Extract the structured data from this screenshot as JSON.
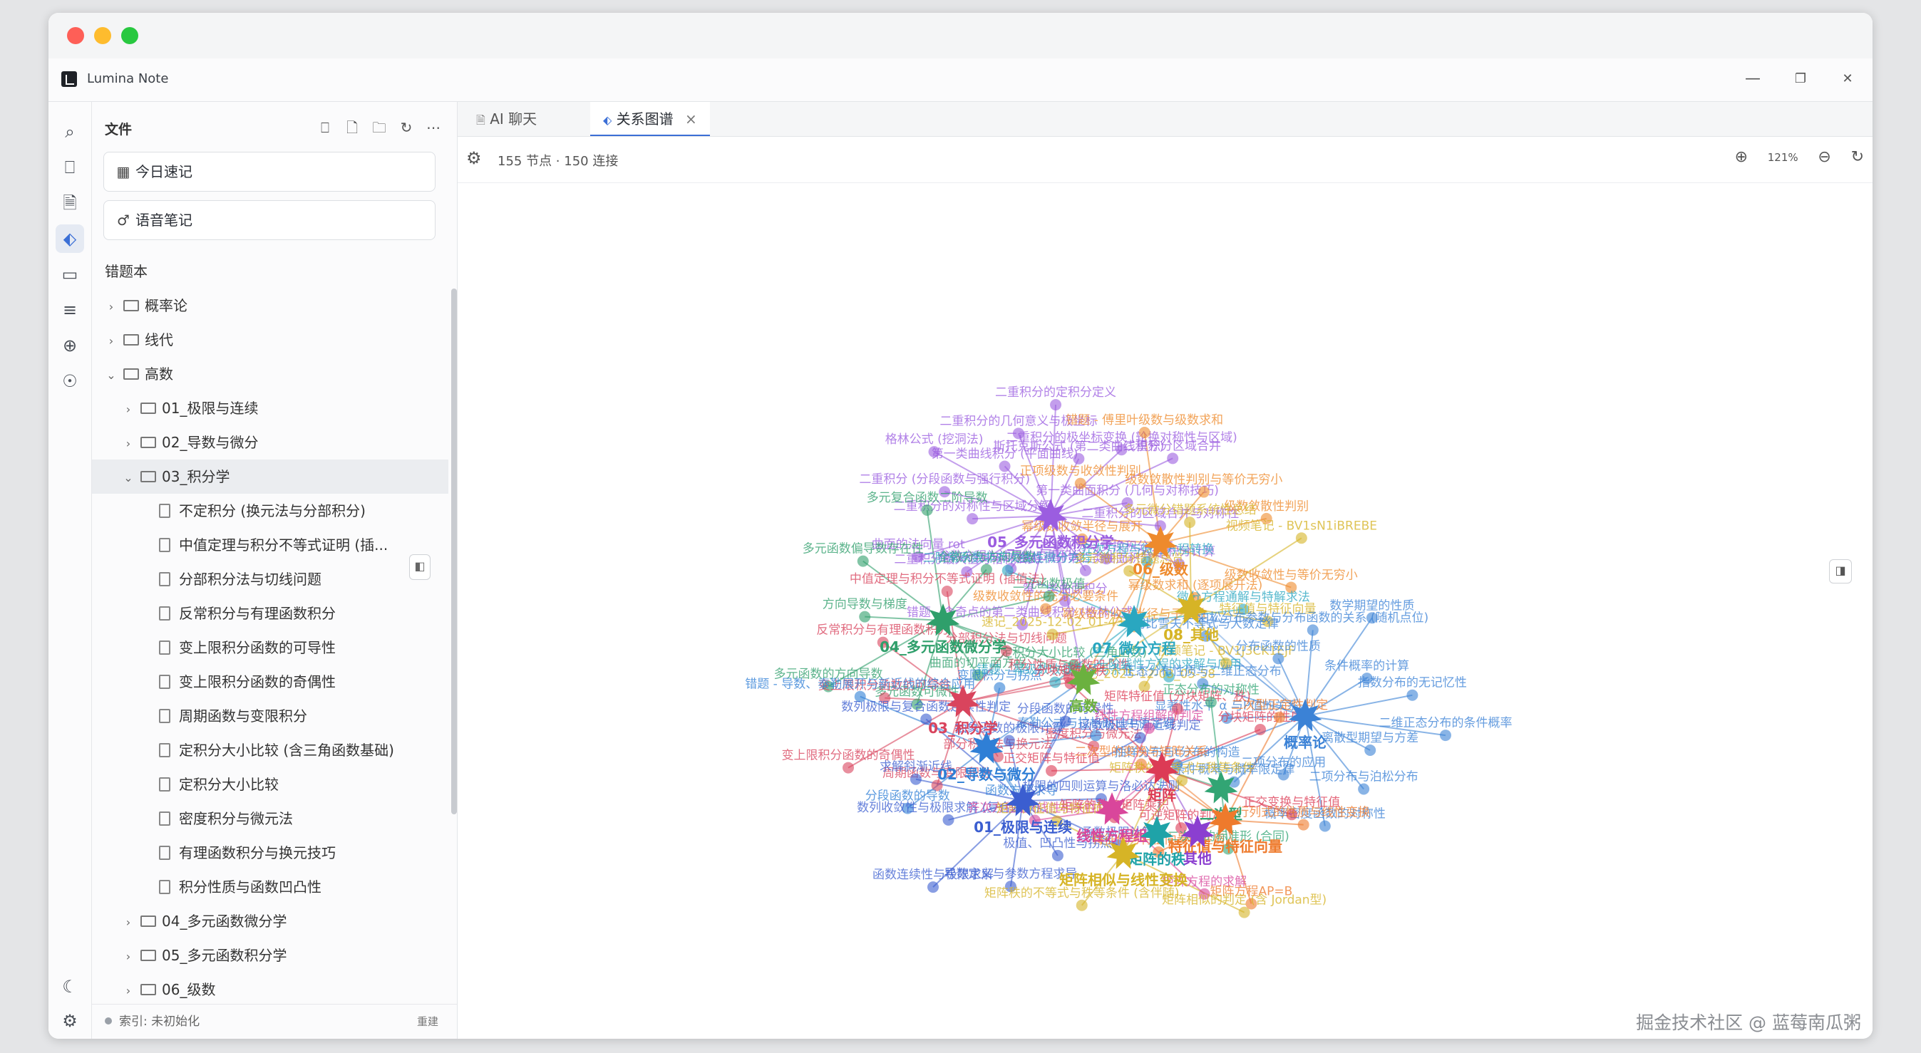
{
  "app": {
    "title": "Lumina Note",
    "window_controls": [
      "—",
      "❐",
      "✕"
    ]
  },
  "sidebar": {
    "header": "文件",
    "tools": [
      "robot-icon",
      "new-file-icon",
      "new-folder-icon",
      "refresh-icon",
      "more-icon"
    ],
    "quick": {
      "daily": "今日速记",
      "voice": "语音笔记"
    },
    "section": "错题本",
    "tree": [
      {
        "level": 0,
        "type": "folder",
        "expanded": false,
        "label": "概率论"
      },
      {
        "level": 0,
        "type": "folder",
        "expanded": false,
        "label": "线代"
      },
      {
        "level": 0,
        "type": "folder",
        "expanded": true,
        "label": "高数"
      },
      {
        "level": 1,
        "type": "folder",
        "expanded": false,
        "label": "01_极限与连续"
      },
      {
        "level": 1,
        "type": "folder",
        "expanded": false,
        "label": "02_导数与微分"
      },
      {
        "level": 1,
        "type": "folder",
        "expanded": true,
        "selected": true,
        "label": "03_积分学"
      },
      {
        "level": 2,
        "type": "file",
        "label": "不定积分 (换元法与分部积分)"
      },
      {
        "level": 2,
        "type": "file",
        "label": "中值定理与积分不等式证明 (插..."
      },
      {
        "level": 2,
        "type": "file",
        "label": "分部积分法与切线问题"
      },
      {
        "level": 2,
        "type": "file",
        "label": "反常积分与有理函数积分"
      },
      {
        "level": 2,
        "type": "file",
        "label": "变上限积分函数的可导性"
      },
      {
        "level": 2,
        "type": "file",
        "label": "变上限积分函数的奇偶性"
      },
      {
        "level": 2,
        "type": "file",
        "label": "周期函数与变限积分"
      },
      {
        "level": 2,
        "type": "file",
        "label": "定积分大小比较 (含三角函数基础)"
      },
      {
        "level": 2,
        "type": "file",
        "label": "定积分大小比较"
      },
      {
        "level": 2,
        "type": "file",
        "label": "密度积分与微元法"
      },
      {
        "level": 2,
        "type": "file",
        "label": "有理函数积分与换元技巧"
      },
      {
        "level": 2,
        "type": "file",
        "label": "积分性质与函数凹凸性"
      },
      {
        "level": 1,
        "type": "folder",
        "expanded": false,
        "label": "04_多元函数微分学"
      },
      {
        "level": 1,
        "type": "folder",
        "expanded": false,
        "label": "05_多元函数积分学"
      },
      {
        "level": 1,
        "type": "folder",
        "expanded": false,
        "label": "06_级数"
      }
    ],
    "footer": {
      "status": "索引: 未初始化",
      "rebuild": "重建"
    }
  },
  "tabs": [
    {
      "label": "AI 聊天",
      "icon": "doc-icon",
      "active": false
    },
    {
      "label": "关系图谱",
      "icon": "graph-icon",
      "active": true,
      "close": "×"
    }
  ],
  "toolbar": {
    "stats": "155 节点 · 150 连接",
    "zoom": "121%"
  },
  "graph": {
    "hubs": [
      {
        "id": "gaoshu",
        "label": "高数",
        "color": "#6bb13f"
      },
      {
        "id": "c01",
        "label": "01_极限与连续",
        "color": "#3b5ed0"
      },
      {
        "id": "c02",
        "label": "02_导数与微分",
        "color": "#2f7fd6"
      },
      {
        "id": "c03",
        "label": "03_积分学",
        "color": "#d9445d"
      },
      {
        "id": "c04",
        "label": "04_多元函数微分学",
        "color": "#2f9f6b"
      },
      {
        "id": "c05",
        "label": "05_多元函数积分学",
        "color": "#9b5de0"
      },
      {
        "id": "c06",
        "label": "06_级数",
        "color": "#ee8a2c"
      },
      {
        "id": "c07",
        "label": "07_微分方程",
        "color": "#2aa7c0"
      },
      {
        "id": "c08",
        "label": "08_其他",
        "color": "#d6b426"
      },
      {
        "id": "gailv",
        "label": "概率论",
        "color": "#3b82d6"
      },
      {
        "id": "juzhen",
        "label": "矩阵",
        "color": "#dc3b55"
      },
      {
        "id": "erci",
        "label": "二次型",
        "color": "#32a574"
      },
      {
        "id": "tezheng",
        "label": "特征值与特征向量",
        "color": "#ee7a2c"
      },
      {
        "id": "xianxing",
        "label": "线性方程组",
        "color": "#d9469b"
      },
      {
        "id": "zhi",
        "label": "矩阵的秩",
        "color": "#1fa3a8"
      },
      {
        "id": "qita",
        "label": "其他",
        "color": "#8b3fd0"
      },
      {
        "id": "xiangxiang",
        "label": "矩阵相似与线性变换",
        "color": "#d6b426"
      }
    ],
    "labels": [
      {
        "hub": "c05",
        "text": "曲线积分第二类曲面积分"
      },
      {
        "hub": "c05",
        "text": "第二类曲面积分"
      },
      {
        "hub": "c05",
        "text": "错题 - 含奇点的第二类曲线积分 (格林公式)"
      },
      {
        "hub": "c05",
        "text": "参数方程为边界的二重积分"
      },
      {
        "hub": "c05",
        "text": "二重积分最大值与格林公式"
      },
      {
        "hub": "c05",
        "text": "曲面的法向量 rot"
      },
      {
        "hub": "c05",
        "text": "二重积分的对称性与区域分解"
      },
      {
        "hub": "c05",
        "text": "二重积分 (分段函数与强行积分)"
      },
      {
        "hub": "c05",
        "text": "格林公式 (挖洞法)"
      },
      {
        "hub": "c05",
        "text": "第一类曲线积分 (平面曲线)"
      },
      {
        "hub": "c05",
        "text": "二重积分的几何意义与极坐标"
      },
      {
        "hub": "c05",
        "text": "二重积分的定积分定义"
      },
      {
        "hub": "c05",
        "text": "斯托克斯公式 (第二类曲线积分)"
      },
      {
        "hub": "c05",
        "text": "二重积分的极坐标变换 (轮换对称性与区域)"
      },
      {
        "hub": "c05",
        "text": "二重积分区域合并"
      },
      {
        "hub": "c05",
        "text": "第一类曲面积分 (几何与对称技巧)"
      },
      {
        "hub": "c05",
        "text": "二重积分的区域合并与对称性"
      },
      {
        "hub": "c05",
        "text": "二重积分计算"
      },
      {
        "hub": "c05",
        "text": "二重积分与交换积分次序"
      },
      {
        "hub": "c06",
        "text": "幂级数求和 (逐项展开法)"
      },
      {
        "hub": "c06",
        "text": "幂级数的收敛半径与子级数"
      },
      {
        "hub": "c06",
        "text": "级数收敛性的充分必要条件"
      },
      {
        "hub": "c06",
        "text": "幂级数收敛半径与展开"
      },
      {
        "hub": "c06",
        "text": "正项级数与收敛性判别"
      },
      {
        "hub": "c06",
        "text": "错题 - 傅里叶级数与级数求和"
      },
      {
        "hub": "c06",
        "text": "级数敛散性判别与等价无穷小"
      },
      {
        "hub": "c06",
        "text": "级数敛散性判别"
      },
      {
        "hub": "c06",
        "text": "级数收敛性与等价无穷小"
      },
      {
        "hub": "c04",
        "text": "曲面的切平面方程"
      },
      {
        "hub": "c04",
        "text": "多元函数可微性"
      },
      {
        "hub": "c04",
        "text": "多元函数的方向导数"
      },
      {
        "hub": "c04",
        "text": "方向导数与梯度"
      },
      {
        "hub": "c04",
        "text": "多元函数偏导数存在性"
      },
      {
        "hub": "c04",
        "text": "多元复合函数二阶导数"
      },
      {
        "hub": "c04",
        "text": "全微分与方向导数"
      },
      {
        "hub": "c04",
        "text": "二元函数极值"
      },
      {
        "hub": "c04",
        "text": "定积分大小比较 (三角函数)"
      },
      {
        "hub": "c03",
        "text": "部分积分法与换元法"
      },
      {
        "hub": "c03",
        "text": "周期函数与变限积分"
      },
      {
        "hub": "c03",
        "text": "变上限积分函数的奇偶性"
      },
      {
        "hub": "c03",
        "text": "变上限积分函数的可导性"
      },
      {
        "hub": "c03",
        "text": "反常积分与有理函数积分"
      },
      {
        "hub": "c03",
        "text": "中值定理与积分不等式证明 (插值法)"
      },
      {
        "hub": "c03",
        "text": "分部积分法与切线问题"
      },
      {
        "hub": "c03",
        "text": "积分性质与函数凹凸性"
      },
      {
        "hub": "c03",
        "text": "密度积分与微元法"
      },
      {
        "hub": "c02",
        "text": "函数方程求导"
      },
      {
        "hub": "c02",
        "text": "分段函数的导数"
      },
      {
        "hub": "c02",
        "text": "错题 - 导数、泰勒展开与新近线的综合应用"
      },
      {
        "hub": "c02",
        "text": "变限积分与拐点"
      },
      {
        "hub": "c02",
        "text": "泰勒公式与拉格朗日中值定理"
      },
      {
        "hub": "c01",
        "text": "极值、凹凸性与拐点"
      },
      {
        "hub": "c01",
        "text": "导数定义与参数方程求导"
      },
      {
        "hub": "c01",
        "text": "函数连续性与极限求解"
      },
      {
        "hub": "c01",
        "text": "数列收敛性与极限求解 (复合函数)"
      },
      {
        "hub": "c01",
        "text": "求解斜渐近线"
      },
      {
        "hub": "c01",
        "text": "数列极限与复合函数连续性判定"
      },
      {
        "hub": "c01",
        "text": "抽象函数的极限计算"
      },
      {
        "hub": "c01",
        "text": "分段函数的可导性"
      },
      {
        "hub": "c01",
        "text": "函数极限与渐近线判定"
      },
      {
        "hub": "c01",
        "text": "极限的四则运算与洛必达法则"
      },
      {
        "hub": "c01",
        "text": "函数极限计算"
      },
      {
        "hub": "c07",
        "text": "一阶线性方程的求解与应用"
      },
      {
        "hub": "c07",
        "text": "错题 - 幂级数收敛半径与条件"
      },
      {
        "hub": "c07",
        "text": "二阶常系数非齐次线性微分方程"
      },
      {
        "hub": "c07",
        "text": "齐次方程与微分方程转换"
      },
      {
        "hub": "c07",
        "text": "微分方程通解与特解求法"
      },
      {
        "hub": "c08",
        "text": "视频笔记 - BV1J3CK1EJF"
      },
      {
        "hub": "c08",
        "text": "速记_2025-12-03_05-58"
      },
      {
        "hub": "c08",
        "text": "速记_2025-12-02_01-43"
      },
      {
        "hub": "c08",
        "text": "多元微积分错题总览"
      },
      {
        "hub": "c08",
        "text": "多元微分错题系统性总结"
      },
      {
        "hub": "c08",
        "text": "视频笔记 - BV1sN1iBREBE"
      },
      {
        "hub": "c08",
        "text": "特征值与特征向量"
      },
      {
        "hub": "gailv",
        "text": "二项分布的应用"
      },
      {
        "hub": "gailv",
        "text": "条件概率与概率限定律"
      },
      {
        "hub": "gailv",
        "text": "抽样分布与t分布的构造"
      },
      {
        "hub": "gailv",
        "text": "显著性水平 α 与P值的关系"
      },
      {
        "hub": "gailv",
        "text": "正态分布性质与二维正态分布"
      },
      {
        "hub": "gailv",
        "text": "切比雪夫不等式与大数定律"
      },
      {
        "hub": "gailv",
        "text": "分布函数的性质"
      },
      {
        "hub": "gailv",
        "text": "泊松分布参数与分布函数的关系 (随机点位)"
      },
      {
        "hub": "gailv",
        "text": "数学期望的性质"
      },
      {
        "hub": "gailv",
        "text": "条件概率的计算"
      },
      {
        "hub": "gailv",
        "text": "指数分布的无记忆性"
      },
      {
        "hub": "gailv",
        "text": "二维正态分布的条件概率"
      },
      {
        "hub": "gailv",
        "text": "离散型期望与方差"
      },
      {
        "hub": "gailv",
        "text": "二项分布与泊松分布"
      },
      {
        "hub": "gailv",
        "text": "概率密度函数的对称性"
      },
      {
        "hub": "juzhen",
        "text": "矩阵的秩与矩阵乘积"
      },
      {
        "hub": "juzhen",
        "text": "正交矩阵与特征值"
      },
      {
        "hub": "juzhen",
        "text": "分块矩阵的秩"
      },
      {
        "hub": "juzhen",
        "text": "矩阵特征值 (分块矩阵、秩)"
      },
      {
        "hub": "juzhen",
        "text": "分块矩阵的性质"
      },
      {
        "hub": "juzhen",
        "text": "正交变换与特征值"
      },
      {
        "hub": "juzhen",
        "text": "可逆矩阵的判定"
      },
      {
        "hub": "xianxing",
        "text": "齐次方程组 (线性相关性)"
      },
      {
        "hub": "xianxing",
        "text": "线性方程组解的判定"
      },
      {
        "hub": "xianxing",
        "text": "矩阵方程的求解"
      },
      {
        "hub": "tezheng",
        "text": "特征值与特征向量的性质"
      },
      {
        "hub": "tezheng",
        "text": "二次型的变换与矩阵关系"
      },
      {
        "hub": "tezheng",
        "text": "二次型正定性判定"
      },
      {
        "hub": "tezheng",
        "text": "行列式的性质与线性变换"
      },
      {
        "hub": "tezheng",
        "text": "矩阵方程AP=B"
      },
      {
        "hub": "xiangxiang",
        "text": "矩阵特征值与特征向量"
      },
      {
        "hub": "xiangxiang",
        "text": "矩阵秩的不等式与秩等条件"
      },
      {
        "hub": "xiangxiang",
        "text": "矩阵相似的判定 (含 Jordan型)"
      },
      {
        "hub": "xiangxiang",
        "text": "矩阵秩的不等式与秩等条件 (含伴随)"
      },
      {
        "hub": "erci",
        "text": "二次型的标准形 (合同)"
      },
      {
        "hub": "erci",
        "text": "正态分布的对称性"
      }
    ]
  },
  "watermark": "掘金技术社区 @ 蓝莓南瓜粥"
}
